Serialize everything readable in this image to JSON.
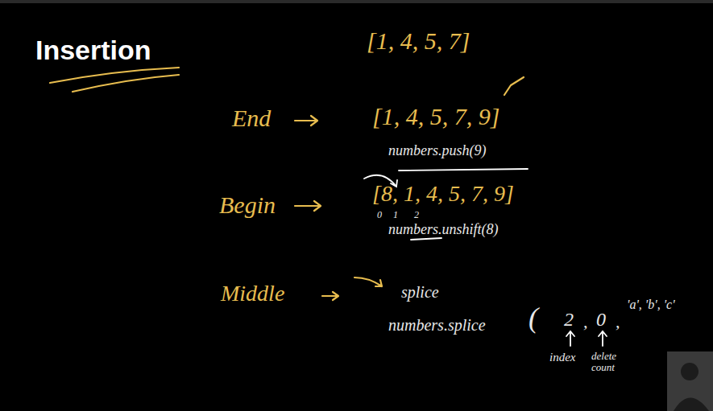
{
  "diagram": {
    "title": "Insertion",
    "labels": [
      "[1, 4, 5, 7]",
      "End",
      "[1, 4, 5, 7, 9]",
      "numbers.push(9)",
      "Begin",
      "[8, 1, 4, 5, 7, 9]",
      "0",
      "1",
      "2",
      "numbers.unshift(8)",
      "Middle",
      "splice",
      "numbers.splice",
      "(",
      "2",
      ",",
      "0",
      ",",
      "'a', 'b', 'c'",
      "index",
      "delete count"
    ]
  }
}
